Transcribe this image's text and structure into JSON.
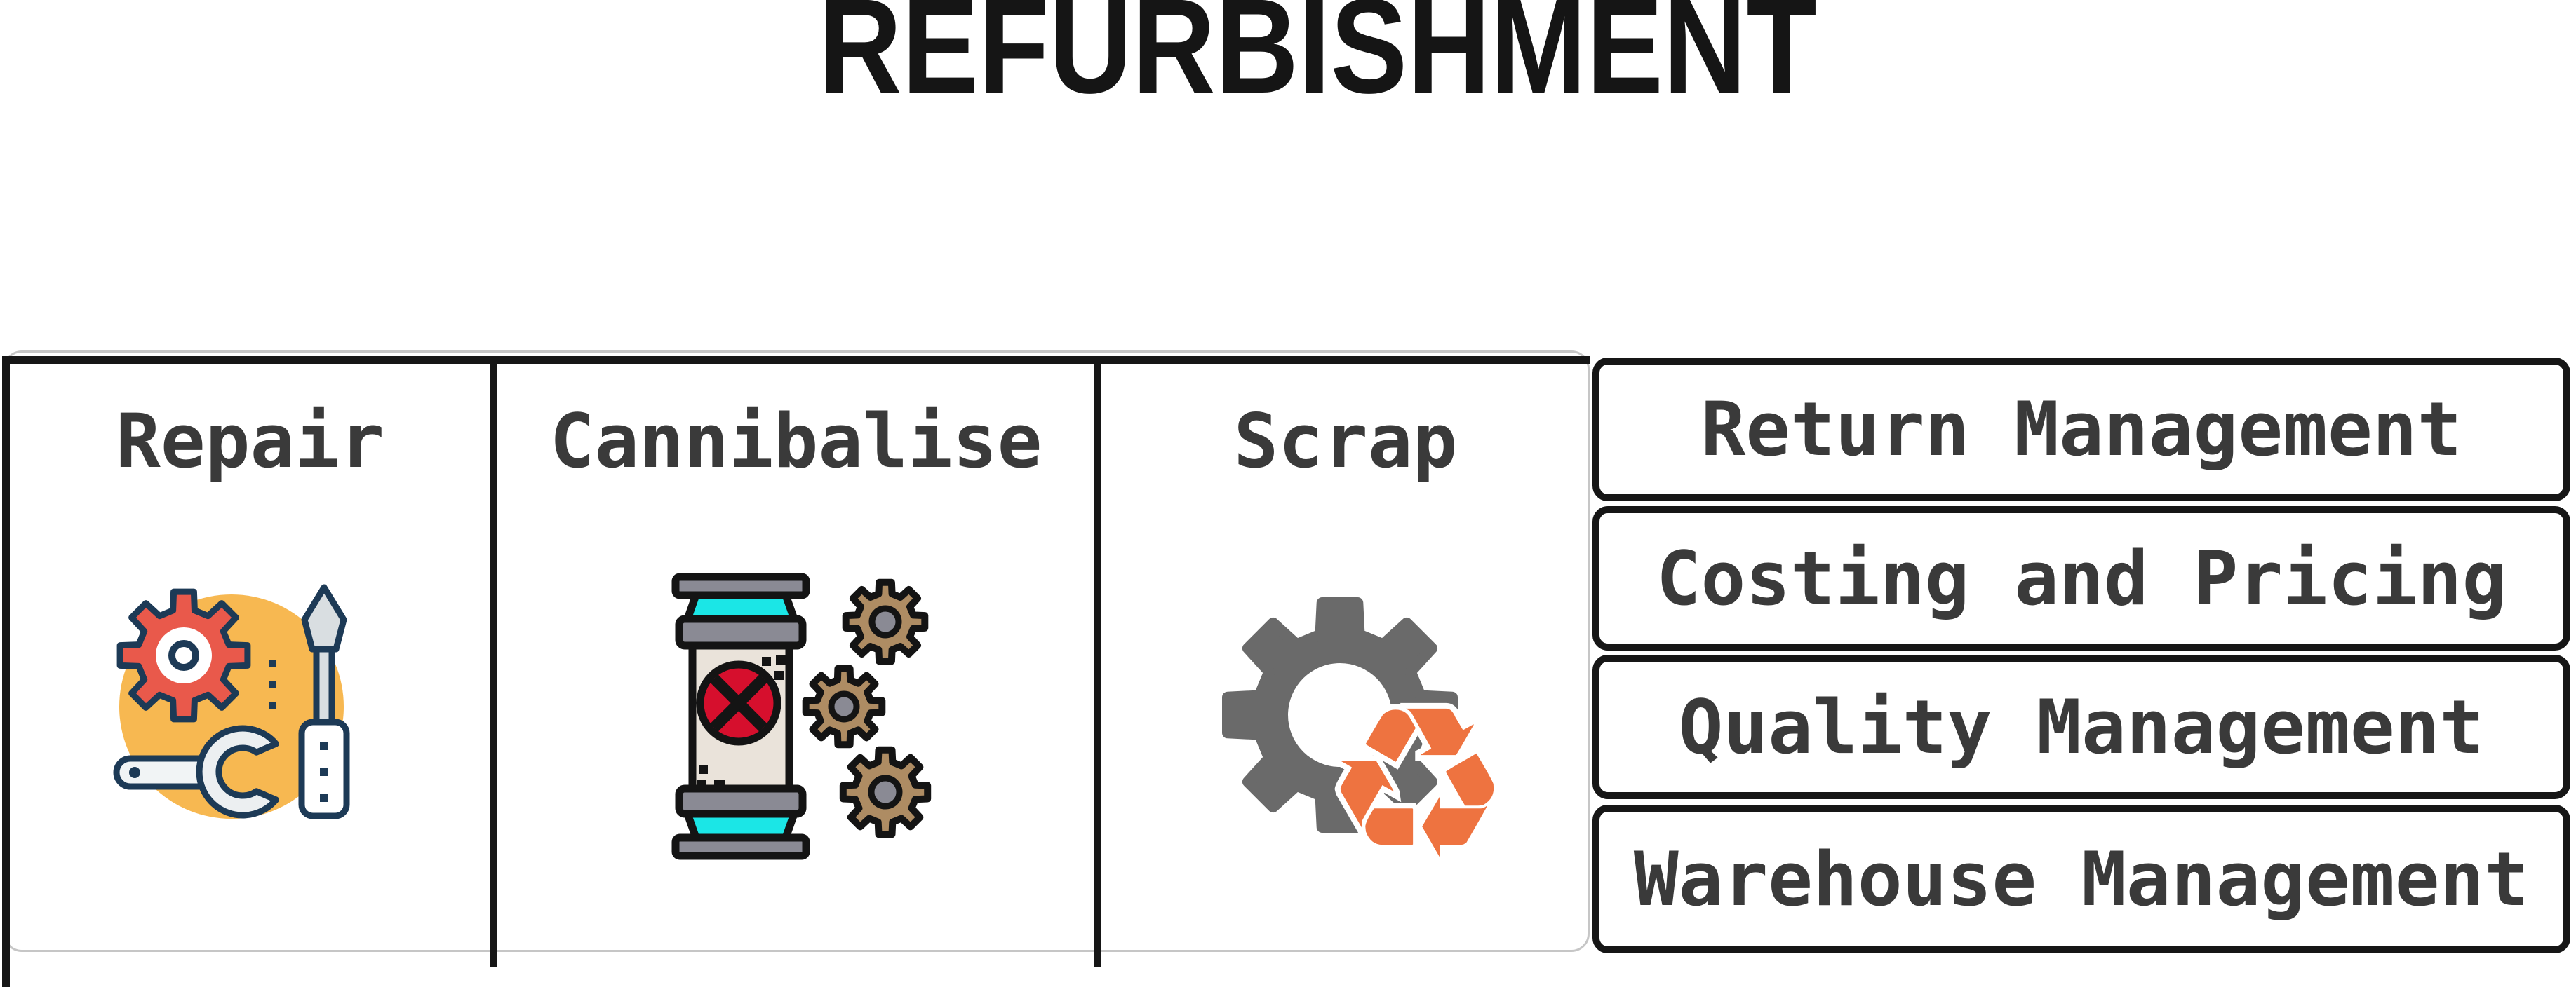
{
  "title": "REFURBISHMENT",
  "process_cells": [
    {
      "label": "Repair",
      "icon": "repair-tools-icon"
    },
    {
      "label": "Cannibalise",
      "icon": "cannibalise-parts-icon"
    },
    {
      "label": "Scrap",
      "icon": "scrap-recycle-icon"
    }
  ],
  "side_boxes": [
    {
      "label": "Return Management"
    },
    {
      "label": "Costing and Pricing"
    },
    {
      "label": "Quality Management"
    },
    {
      "label": "Warehouse Management"
    }
  ],
  "glyphs": {
    "recycle": "♻"
  },
  "colors": {
    "title_text": "#151515",
    "label_text": "#3a3a3a",
    "border_black": "#161616",
    "container_gray": "#c6c6c6",
    "repair_orange_circle": "#f7b851",
    "repair_red_gear": "#e9594b",
    "repair_navy_outline": "#1d3a56",
    "tool_light_gray": "#d9dee1",
    "capsule_gray": "#8a8a94",
    "capsule_cyan": "#1be6e6",
    "capsule_beige": "#eae3da",
    "capsule_red": "#d60f2d",
    "gear_tan": "#ae8c63",
    "scrap_gear_gray": "#6a6a6a",
    "recycle_orange": "#ee7340"
  }
}
